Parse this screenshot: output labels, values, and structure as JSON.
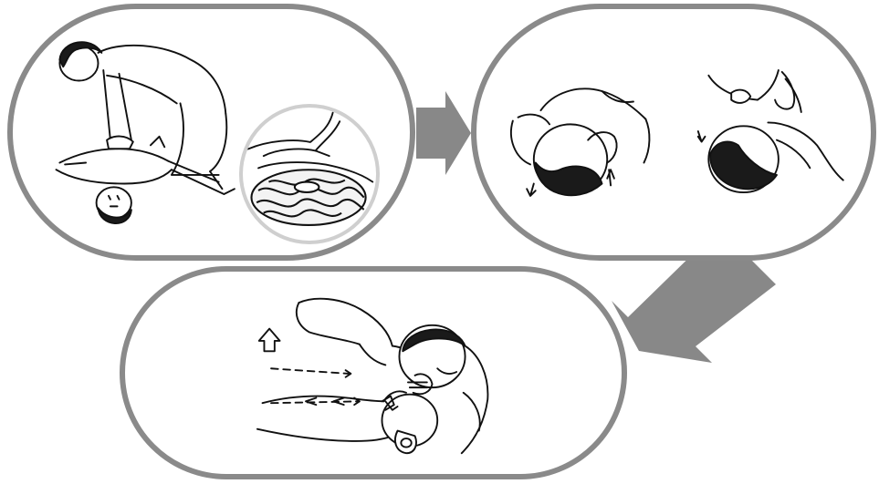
{
  "figure": {
    "steps": [
      {
        "id": "chest-compression"
      },
      {
        "id": "airway-opening"
      },
      {
        "id": "rescue-breathing"
      }
    ],
    "colors": {
      "panel_border": "#8a8a8a",
      "inset_border": "#cfcfcf",
      "arrow": "#888888",
      "ink": "#111111",
      "hair": "#1a1a1a"
    }
  }
}
